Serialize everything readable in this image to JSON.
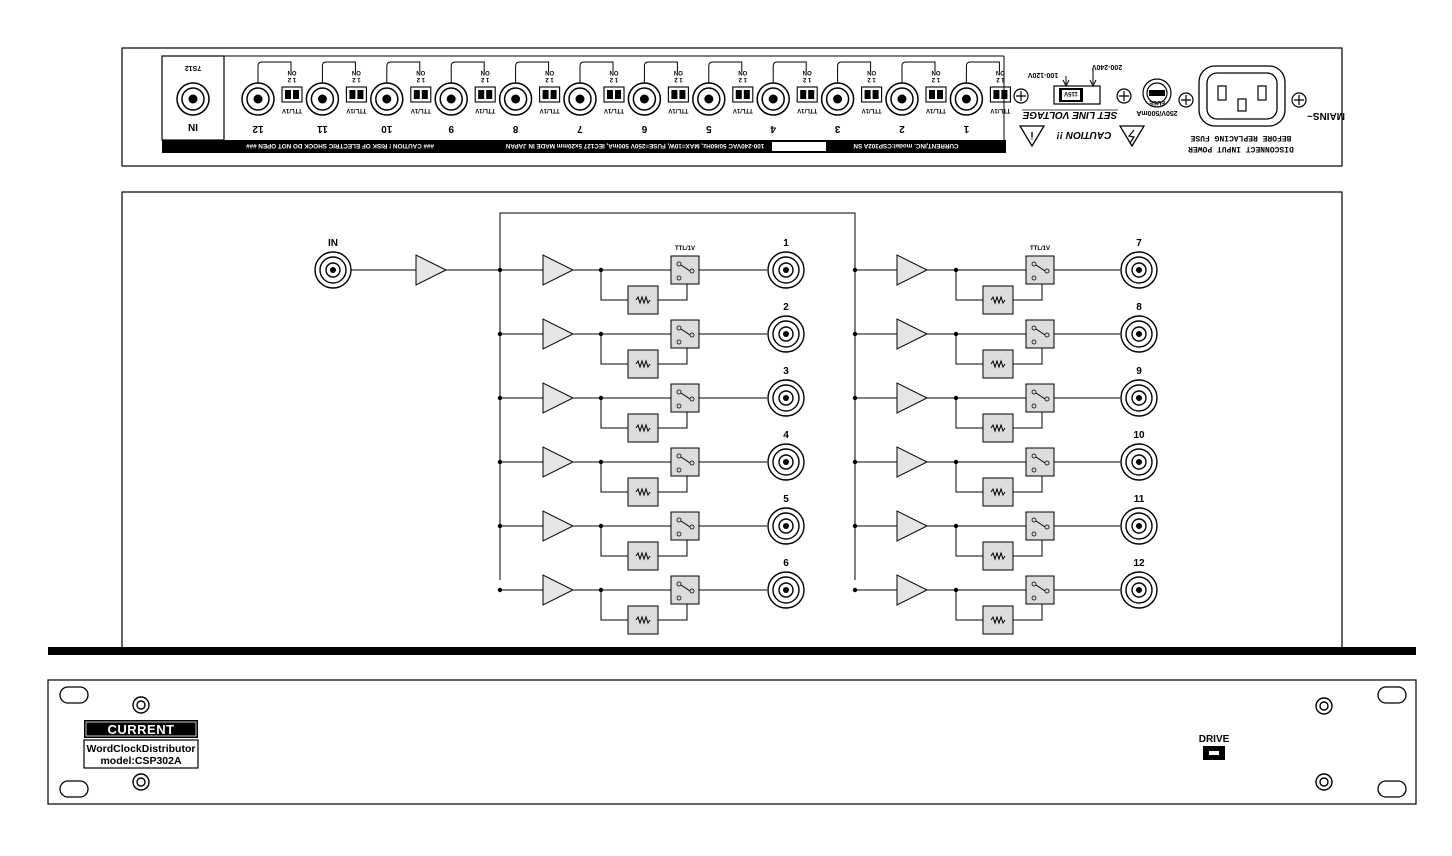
{
  "rear_panel": {
    "in_label": "IN",
    "serial_mark": "7S12",
    "outputs": [
      {
        "num": "1",
        "sw": "TTL/1V"
      },
      {
        "num": "2",
        "sw": "TTL/1V"
      },
      {
        "num": "3",
        "sw": "TTL/1V"
      },
      {
        "num": "4",
        "sw": "TTL/1V"
      },
      {
        "num": "5",
        "sw": "TTL/1V"
      },
      {
        "num": "6",
        "sw": "TTL/1V"
      },
      {
        "num": "7",
        "sw": "TTL/1V"
      },
      {
        "num": "8",
        "sw": "TTL/1V"
      },
      {
        "num": "9",
        "sw": "TTL/1V"
      },
      {
        "num": "10",
        "sw": "TTL/1V"
      },
      {
        "num": "11",
        "sw": "TTL/1V"
      },
      {
        "num": "12",
        "sw": "TTL/1V"
      }
    ],
    "dip_label": "ON",
    "dip_pins": "1 2",
    "strip_left": "### CAUTION ! RISK OF ELECTRIC SHOCK DO NOT OPEN ###",
    "strip_mid": "100-240VAC 50/60Hz, MAX=10W, FUSE=250V 500mA, IEC127 5x20mm MADE IN JAPAN",
    "strip_right": "CURRENT,INC.  model:CSP302A SN",
    "voltage_high": "200-240V",
    "voltage_low": "100-120V",
    "selector_text": "115V",
    "set_line_voltage": "SET LINE VOLTAGE",
    "caution": "CAUTION !!",
    "fuse_label": "FUSE",
    "fuse_rating": "250V/500mA",
    "mains_label": "MAINS~",
    "disconnect_line1": "DISCONNECT INPUT POWER",
    "disconnect_line2": "BEFORE REPLACING FUSE"
  },
  "block_diagram": {
    "in_label": "IN",
    "switch_label": "TTL/1V",
    "outputs_left": [
      "1",
      "2",
      "3",
      "4",
      "5",
      "6"
    ],
    "outputs_right": [
      "7",
      "8",
      "9",
      "10",
      "11",
      "12"
    ]
  },
  "front_panel": {
    "brand": "CURRENT",
    "product_line1": "WordClockDistributor",
    "product_line2": "model:CSP302A",
    "drive_label": "DRIVE"
  },
  "colors": {
    "line": "#000000",
    "amp_fill": "#e6e6e6",
    "box_fill": "#dcdcdc",
    "panel_bg": "#ffffff"
  }
}
